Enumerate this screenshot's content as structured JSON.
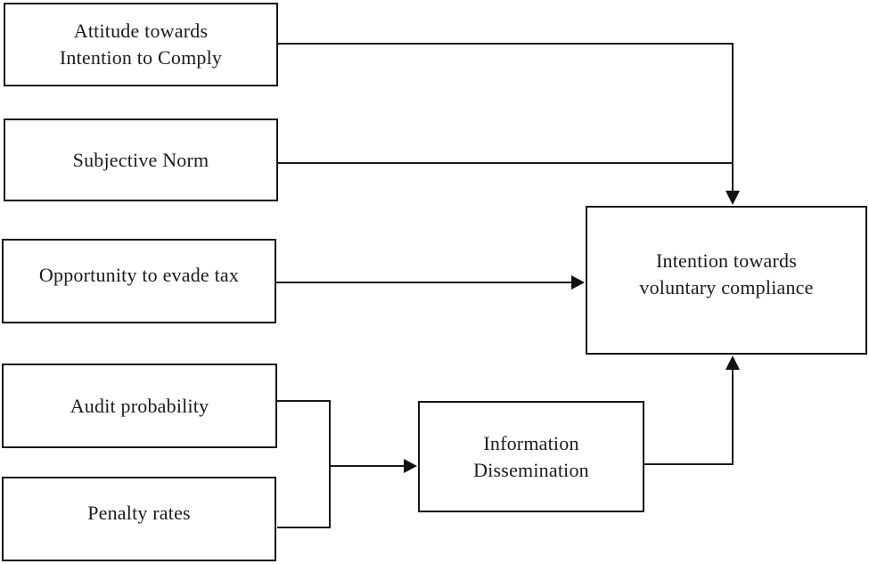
{
  "diagram": {
    "type": "flow-diagram",
    "background_color": "#ffffff",
    "line_color": "#1a1a1a",
    "text_color": "#1b1b1b",
    "nodes": {
      "attitude": {
        "lines": [
          "Attitude towards",
          "Intention to Comply"
        ]
      },
      "subjective_norm": {
        "label": "Subjective Norm"
      },
      "opportunity": {
        "label": "Opportunity to evade tax"
      },
      "audit": {
        "label": "Audit probability"
      },
      "penalty": {
        "label": "Penalty rates"
      },
      "information": {
        "lines": [
          "Information",
          "Dissemination"
        ]
      },
      "intention": {
        "lines": [
          "Intention towards",
          "voluntary compliance"
        ]
      }
    },
    "edges": [
      {
        "from": "attitude",
        "to": "intention",
        "arrow_enters": "top"
      },
      {
        "from": "subjective_norm",
        "to": "intention",
        "arrow_enters": "top"
      },
      {
        "from": "opportunity",
        "to": "intention",
        "arrow_enters": "left"
      },
      {
        "from": "audit",
        "to": "information",
        "arrow_enters": "left"
      },
      {
        "from": "penalty",
        "to": "information",
        "arrow_enters": "left"
      },
      {
        "from": "information",
        "to": "intention",
        "arrow_enters": "bottom"
      }
    ]
  }
}
